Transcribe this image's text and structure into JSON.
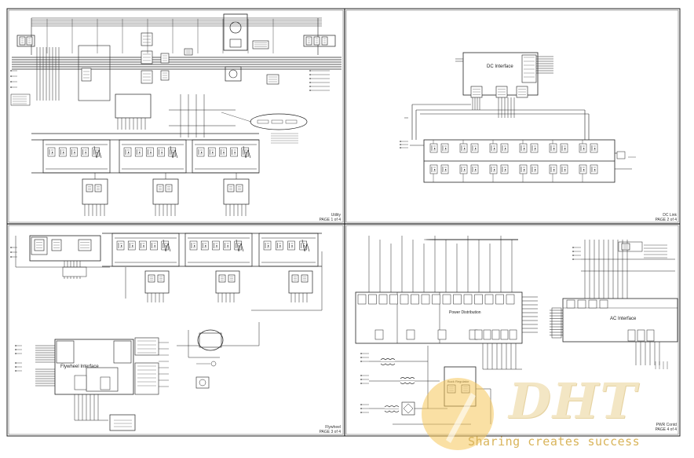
{
  "panels": [
    {
      "id": "utility",
      "page_title": "Utility",
      "page_num": "PAGE 1 of 4"
    },
    {
      "id": "dc",
      "page_title": "DC Link",
      "page_num": "PAGE 2 of 4"
    },
    {
      "id": "flywheel",
      "page_title": "Flywheel",
      "page_num": "PAGE 3 of 4"
    },
    {
      "id": "pwr",
      "page_title": "PWR Contd",
      "page_num": "PAGE 4 of 4"
    }
  ],
  "blocks": {
    "dc_interface": "DC Interface",
    "flywheel_interface": "Flywheel Interface",
    "power_distribution": "Power Distribution",
    "ac_interface": "AC Interface",
    "buck_regulator": "Buck Regulator"
  },
  "watermark": {
    "logo": "DHT",
    "tagline": "Sharing creates success",
    "color": "#d9b45a",
    "circle_color": "#f6c75a"
  }
}
